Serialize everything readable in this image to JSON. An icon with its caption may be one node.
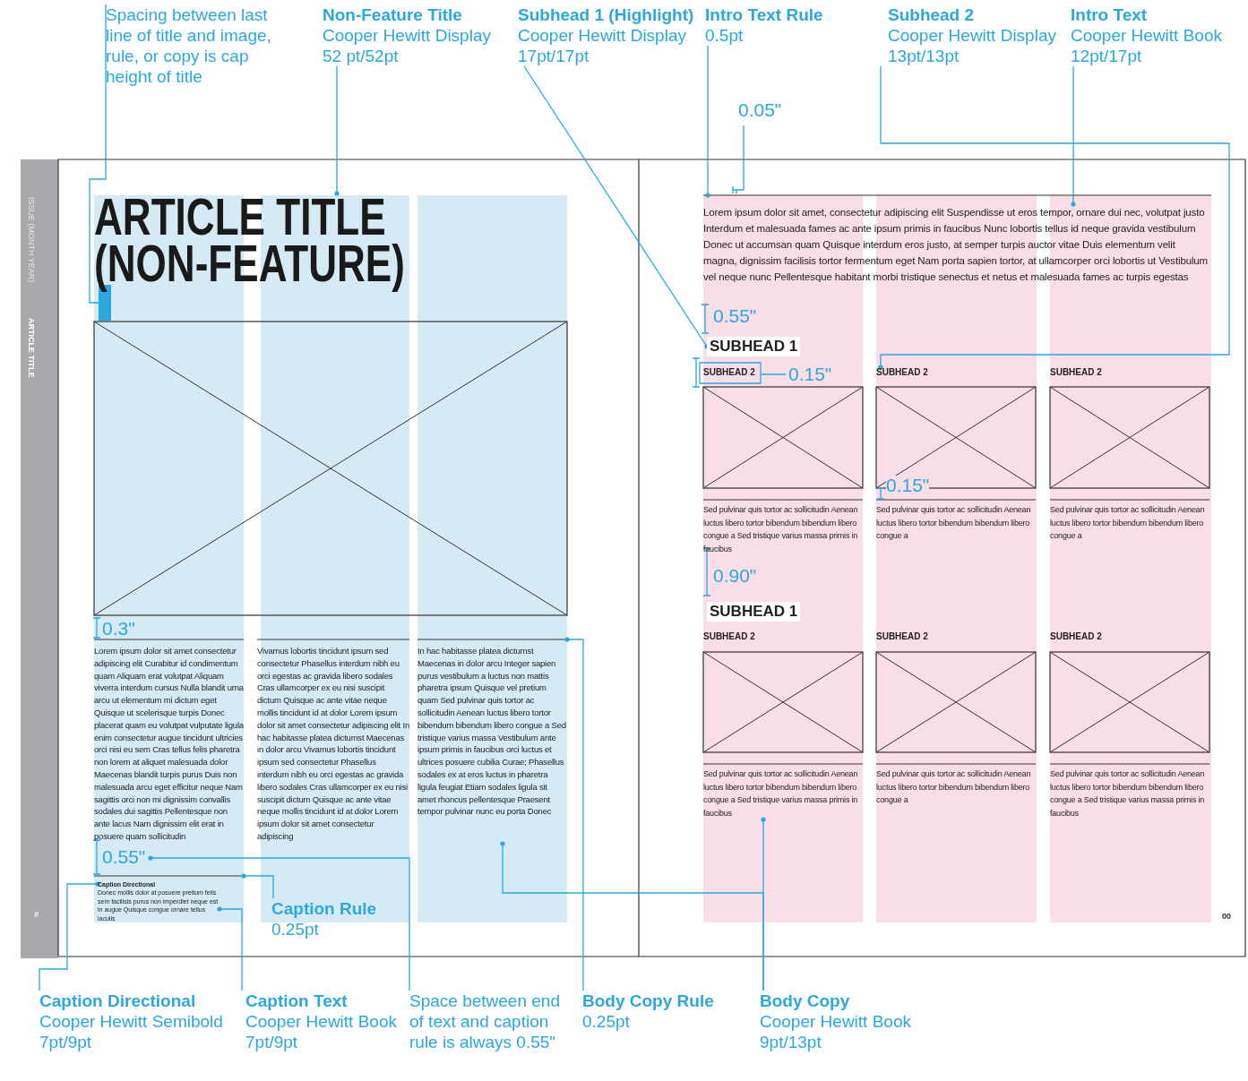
{
  "diagram": {
    "nodes": [
      {
        "text": [
          "Spacing between last line of title and image, rule, or copy is cap height of title"
        ]
      },
      {
        "text": [
          "Non-Feature Title",
          "Cooper Hewitt Display 52 pt/52pt"
        ]
      },
      {
        "text": [
          "Subhead 1 (Highlight)",
          "Cooper Hewitt Display 17pt/17pt"
        ]
      },
      {
        "text": [
          "Intro Text Rule",
          "0.5pt"
        ]
      },
      {
        "text": [
          "Subhead 2",
          "Cooper Hewitt Display 13pt/13pt"
        ]
      },
      {
        "text": [
          "Intro Text",
          "Cooper Hewitt Book 12pt/17pt"
        ]
      },
      {
        "text": [
          "ARTICLE TITLE (NON-FEATURE)"
        ]
      },
      {
        "text": [
          "Lorem ipsum dolor sit amet consectetur adipiscing elit Curabitur id condimentum quam Aliquam erat volutpat Aliquam viverra interdum cursus Nulla blandit urna arcu ut elementum mi dictum eget Quisque ut scelerisque turpis Donec placerat quam eu volutpat vulputate ligula enim consectetur augue tincidunt ultricies orci nisi eu sem Cras tellus felis pharetra non lorem at aliquet malesuada dolor Maecenas blandit turpis purus Duis non malesuada arcu eget efficitur neque Nam sagittis orci non mi dignissim convallis sodales dui sagittis Pellentesque non ante lacus Nam dignissim elit erat in posuere quam sollicitudin"
        ]
      },
      {
        "text": [
          "Vivamus lobortis tincidunt ipsum sed consectetur Phasellus interdum nibh eu orci egestas ac gravida libero sodales Cras ullamcorper ex eu nisi suscipit dictum Quisque ac ante vitae neque mollis tincidunt id at dolor Lorem ipsum dolor sit amet consectetur adipiscing elit In hac habitasse platea dictumst Maecenas in dolor arcu Vivamus lobortis tincidunt ipsum sed consectetur Phasellus interdum nibh eu orci egestas ac gravida libero sodales Cras ullamcorper ex eu nisi suscipit dictum Quisque ac ante vitae neque mollis tincidunt id at dolor Lorem ipsum dolor sit amet consectetur adipiscing"
        ]
      },
      {
        "text": [
          "In hac habitasse platea dictumst Maecenas in dolor arcu Integer sapien purus vestibulum a luctus non mattis pharetra ipsum Quisque vel pretium quam Sed pulvinar quis tortor ac sollicitudin Aenean luctus libero tortor bibendum bibendum libero congue a Sed tristique varius massa Vestibulum ante ipsum primis in faucibus orci luctus et ultrices posuere cubilia Curae; Phasellus sodales ex at eros luctus in pharetra ligula feugiat Etiam sodales ligula sit amet rhoncus pellentesque Praesent tempor pulvinar nunc eu porta Donec"
        ]
      },
      {
        "text": [
          "0.55\""
        ]
      },
      {
        "text": [
          "Caption Directional"
        ]
      },
      {
        "text": [
          "Donec mollis dolor at posuere pretium felis sem facilisis purus non imperdiet neque est in augue Quisque congue ornare tellus iaculis"
        ]
      },
      {
        "text": [
          "Lorem ipsum dolor sit amet, consectetur adipiscing elit Suspendisse ut eros tempor, ornare dui nec, volutpat justo Interdum et malesuada fames ac ante ipsum primis in faucibus Nunc lobortis tellus id neque gravida vestibulum Donec ut accumsan quam Quisque interdum eros justo, at semper turpis auctor vitae Duis elementum velit magna, dignissim facilisis tortor fermentum eget Nam porta sapien tortor, at ullamcorper orci lobortis ut Vestibulum vel neque nunc Pellentesque habitant morbi tristique senectus et netus et malesuada fames ac turpis egestas"
        ]
      },
      {
        "text": [
          "SUBHEAD 1"
        ]
      },
      {
        "text": [
          "SUBHEAD 2"
        ]
      },
      {
        "text": [
          "SUBHEAD 2"
        ]
      },
      {
        "text": [
          "SUBHEAD 2"
        ]
      },
      {
        "text": [
          "Sed pulvinar quis tortor ac sollicitudin Aenean luctus libero tortor bibendum bibendum libero congue a Sed tristique varius massa primis in faucibus"
        ]
      },
      {
        "text": [
          "Sed pulvinar quis tortor ac sollicitudin Aenean luctus libero tortor bibendum bibendum libero congue a"
        ]
      },
      {
        "text": [
          "Sed pulvinar quis tortor ac sollicitudin Aenean luctus libero tortor bibendum bibendum libero congue a"
        ]
      },
      {
        "text": [
          "SUBHEAD 1"
        ]
      },
      {
        "text": [
          "SUBHEAD 2"
        ]
      },
      {
        "text": [
          "SUBHEAD 2"
        ]
      },
      {
        "text": [
          "SUBHEAD 2"
        ]
      },
      {
        "text": [
          "Sed pulvinar quis tortor ac sollicitudin Aenean luctus libero tortor bibendum bibendum libero congue a Sed tristique varius massa primis in faucibus"
        ]
      },
      {
        "text": [
          "Sed pulvinar quis tortor ac sollicitudin Aenean luctus libero tortor bibendum bibendum libero congue a"
        ]
      },
      {
        "text": [
          "Sed pulvinar quis tortor ac sollicitudin Aenean luctus libero tortor bibendum bibendum libero congue a Sed tristique varius massa primis in faucibus"
        ]
      },
      {
        "text": [
          "Caption Rule",
          "0.25pt"
        ]
      },
      {
        "text": [
          "Caption Directional",
          "Cooper Hewitt Semibold 7pt/9pt"
        ]
      },
      {
        "text": [
          "Caption Text",
          "Cooper Hewitt Book 7pt/9pt"
        ]
      },
      {
        "text": [
          "Space between end of text and caption rule is always 0.55\""
        ]
      },
      {
        "text": [
          "Body Copy Rule",
          "0.25pt"
        ]
      },
      {
        "text": [
          "Body Copy",
          "Cooper Hewitt Book 9pt/13pt"
        ]
      },
      {
        "text": [],
        "shape": "line"
      },
      {
        "text": [],
        "shape": "line"
      },
      {
        "text": [],
        "shape": "line"
      },
      {
        "text": [],
        "shape": "box"
      },
      {
        "text": [],
        "shape": "box"
      },
      {
        "text": [],
        "shape": "box"
      },
      {
        "text": [],
        "shape": "box"
      },
      {
        "text": [],
        "shape": "box"
      },
      {
        "text": [],
        "shape": "box"
      },
      {
        "text": [],
        "shape": "box"
      },
      {
        "text": [],
        "shape": "bar"
      }
    ],
    "edges": [
      {
        "from": 0,
        "to": 44,
        "arrow": "none"
      },
      {
        "from": 1,
        "to": 6,
        "arrow": "other"
      },
      {
        "from": 2,
        "to": 14,
        "arrow": "other"
      },
      {
        "from": 3,
        "to": 34,
        "arrow": "other"
      },
      {
        "from": 4,
        "to": 16,
        "arrow": "other"
      },
      {
        "from": 5,
        "to": 13,
        "arrow": "other"
      },
      {
        "from": 29,
        "to": 11,
        "arrow": "other"
      },
      {
        "from": 30,
        "to": 12,
        "arrow": "other"
      },
      {
        "from": 31,
        "to": 10,
        "arrow": "other"
      },
      {
        "from": 32,
        "to": 35,
        "arrow": "other"
      },
      {
        "from": 33,
        "to": 25,
        "arrow": "other"
      },
      {
        "from": 33,
        "to": 9,
        "arrow": "other"
      },
      {
        "from": 28,
        "to": 36,
        "arrow": "other"
      }
    ],
    "labels": [
      "0.05\"",
      "ISSUE (MONTH YEAR)",
      "ARTICLE TITLE",
      "0.55\"",
      "0.15\"",
      "0.15\"",
      "0.90\"",
      "0.3\"",
      "#",
      "00"
    ]
  }
}
